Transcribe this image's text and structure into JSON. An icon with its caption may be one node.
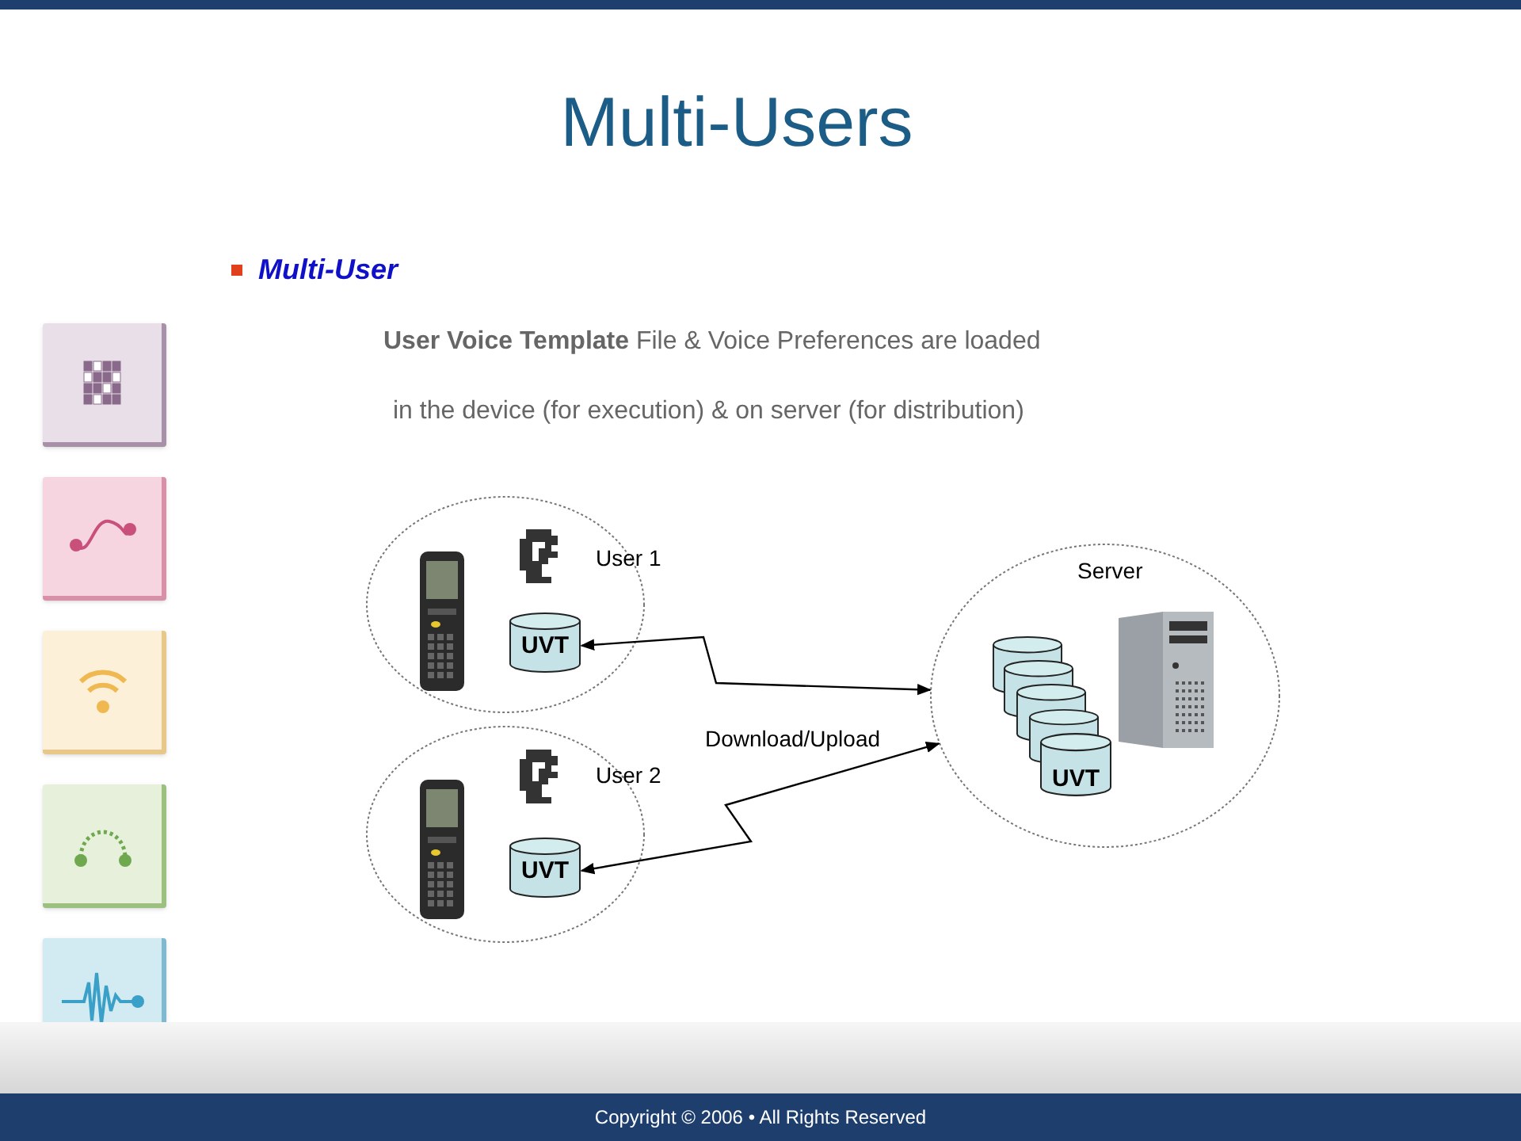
{
  "diagram": {
    "title": "Multi-Users",
    "nodes": [
      {
        "text": [
          "User 1"
        ]
      },
      {
        "text": [
          "UVT"
        ],
        "in": 0
      },
      {
        "text": [
          "User 2"
        ]
      },
      {
        "text": [
          "UVT"
        ],
        "in": 2
      },
      {
        "text": [
          "Server"
        ]
      },
      {
        "text": [],
        "shape": "cylinder",
        "in": 4
      },
      {
        "text": [],
        "shape": "cylinder",
        "in": 4
      },
      {
        "text": [],
        "shape": "cylinder",
        "in": 4
      },
      {
        "text": [],
        "shape": "cylinder",
        "in": 4
      },
      {
        "text": [
          "UVT"
        ],
        "in": 4
      }
    ],
    "edges": [
      {
        "from": 1,
        "to": 4,
        "arrow": "both"
      },
      {
        "from": 3,
        "to": 4,
        "arrow": "both"
      }
    ],
    "labels": [
      "Multi-User",
      "**User Voice Template** File & Voice Preferences are loaded",
      "in the device (for execution) & on server (for distribution)",
      "Download/Upload",
      "Copyright © 2006 • All Rights Reserved"
    ]
  }
}
